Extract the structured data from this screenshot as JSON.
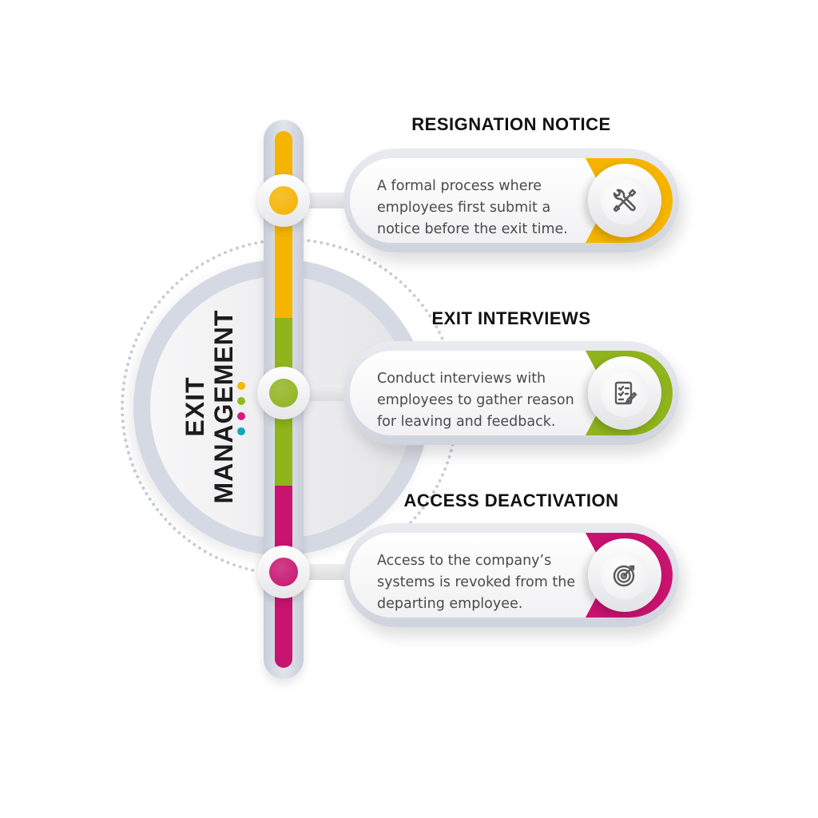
{
  "hub": {
    "title_line1": "EXIT",
    "title_line2": "MANAGEMENT",
    "dot_colors": [
      "#f5b800",
      "#95b91d",
      "#d81b7c",
      "#17a4bd"
    ]
  },
  "colors": {
    "yellow": "#f5b400",
    "green": "#8fb41c",
    "magenta": "#c8136f",
    "bar_track": "#d5d9e4"
  },
  "steps": [
    {
      "title": "RESIGNATION NOTICE",
      "text_lines": [
        "A formal process where",
        "employees first submit a",
        "notice before the exit time."
      ],
      "icon": "tools-icon",
      "color": "#f5b400"
    },
    {
      "title": "EXIT INTERVIEWS",
      "text_lines": [
        "Conduct interviews with",
        "employees to gather reason",
        "for leaving and feedback."
      ],
      "icon": "checklist-icon",
      "color": "#8fb41c"
    },
    {
      "title": "ACCESS DEACTIVATION",
      "text_lines": [
        "Access to the company’s",
        "systems is revoked from the",
        "departing employee."
      ],
      "icon": "target-icon",
      "color": "#c8136f"
    }
  ]
}
